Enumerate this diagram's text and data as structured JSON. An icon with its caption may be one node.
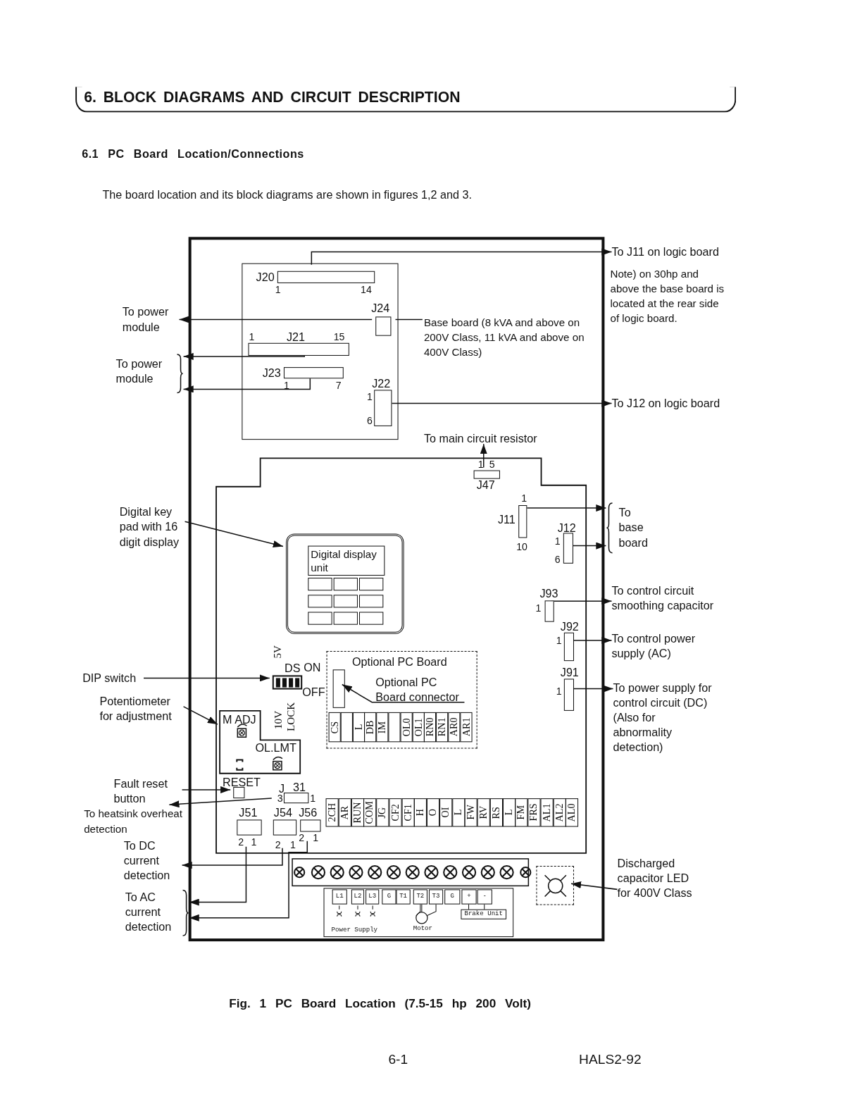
{
  "diagram": {
    "title": "6. BLOCK DIAGRAMS AND CIRCUIT DESCRIPTION",
    "caption": "Fig. 1 PC Board Location (7.5-15 hp 200 Volt)",
    "nodes": [
      {
        "text": [],
        "shape": "box"
      },
      {
        "text": [],
        "shape": "box",
        "in": 0
      },
      {
        "text": [
          "J20"
        ],
        "beside": [
          "1",
          "14"
        ],
        "in": 1
      },
      {
        "text": [
          "J24"
        ],
        "in": 1
      },
      {
        "text": [
          "J21"
        ],
        "beside": [
          "1",
          "15"
        ],
        "in": 1
      },
      {
        "text": [
          "J23"
        ],
        "beside": [
          "1",
          "7"
        ],
        "in": 1
      },
      {
        "text": [
          "J22"
        ],
        "beside": [
          "1",
          "6"
        ],
        "in": 1
      },
      {
        "text": [
          "Base board (8 kVA and above on 200V Class, 11 kVA and above on 400V Class)"
        ],
        "in": 0
      },
      {
        "text": [
          "To J11 on logic board"
        ]
      },
      {
        "text": [
          "To power module"
        ]
      },
      {
        "text": [
          "To power module"
        ]
      },
      {
        "text": [
          "To J12 on logic board"
        ]
      },
      {
        "text": [],
        "shape": "box",
        "in": 0
      },
      {
        "text": [
          "J47"
        ],
        "beside": [
          "1",
          "5"
        ],
        "in": 12
      },
      {
        "text": [
          "To main circuit resistor"
        ],
        "in": 0
      },
      {
        "text": [
          "J11"
        ],
        "beside": [
          "1",
          "10"
        ],
        "in": 12
      },
      {
        "text": [
          "J12"
        ],
        "beside": [
          "1",
          "6"
        ],
        "in": 12
      },
      {
        "text": [
          "To base board"
        ]
      },
      {
        "text": [
          "J93"
        ],
        "beside": [
          "1"
        ],
        "in": 12
      },
      {
        "text": [
          "To control circuit smoothing capacitor"
        ]
      },
      {
        "text": [
          "J92"
        ],
        "beside": [
          "1"
        ],
        "in": 12
      },
      {
        "text": [
          "To control power supply (AC)"
        ]
      },
      {
        "text": [
          "J91"
        ],
        "beside": [
          "1"
        ],
        "in": 12
      },
      {
        "text": [
          "To power supply for control circuit (DC) (Also for abnormality detection)"
        ]
      },
      {
        "text": [
          "Digital display unit"
        ],
        "in": 12
      },
      {
        "text": [
          "Digital key pad with 16 digit display"
        ]
      },
      {
        "text": [
          "DS"
        ],
        "beside": [
          "ON",
          "OFF",
          "5V",
          "10V",
          "LOCK"
        ],
        "in": 12
      },
      {
        "text": [
          "DIP switch"
        ]
      },
      {
        "text": [
          "M ADJ",
          "OL.LMT"
        ],
        "in": 12
      },
      {
        "text": [
          "Potentiometer for adjustment"
        ]
      },
      {
        "text": [
          "RESET"
        ],
        "in": 12
      },
      {
        "text": [
          "Fault reset button"
        ]
      },
      {
        "text": [
          "J",
          "31"
        ],
        "beside": [
          "3",
          "1"
        ],
        "in": 12
      },
      {
        "text": [
          "To heatsink overheat detection"
        ]
      },
      {
        "text": [
          "J51"
        ],
        "beside": [
          "2",
          "1"
        ],
        "in": 12
      },
      {
        "text": [
          "J54"
        ],
        "beside": [
          "2",
          "1"
        ],
        "in": 12
      },
      {
        "text": [
          "J56"
        ],
        "beside": [
          "2",
          "1"
        ],
        "in": 12
      },
      {
        "text": [
          "To DC current detection"
        ]
      },
      {
        "text": [
          "To AC current detection"
        ]
      },
      {
        "text": [
          "Optional PC Board"
        ],
        "in": 12
      },
      {
        "text": [],
        "shape": "box",
        "in": 39
      },
      {
        "text": [
          "Optional PC Board connector"
        ],
        "in": 39
      },
      {
        "text": [],
        "shape": "box",
        "in": 0
      },
      {
        "text": [
          "Discharged capacitor LED for 400V Class"
        ]
      }
    ],
    "edges": [
      {
        "from": 7,
        "to": 1,
        "arrow": "none"
      },
      {
        "from": 2,
        "to": 8,
        "arrow": "to"
      },
      {
        "from": 3,
        "to": 9,
        "arrow": "to"
      },
      {
        "from": 4,
        "to": 10,
        "arrow": "to"
      },
      {
        "from": 5,
        "to": 10,
        "arrow": "to"
      },
      {
        "from": 6,
        "to": 11,
        "arrow": "to"
      },
      {
        "from": 13,
        "to": 14,
        "arrow": "to"
      },
      {
        "from": 15,
        "to": 17,
        "arrow": "to"
      },
      {
        "from": 16,
        "to": 17,
        "arrow": "to"
      },
      {
        "from": 18,
        "to": 19,
        "arrow": "to"
      },
      {
        "from": 20,
        "to": 21,
        "arrow": "to"
      },
      {
        "from": 22,
        "to": 23,
        "arrow": "to"
      },
      {
        "from": 25,
        "to": 24,
        "arrow": "to"
      },
      {
        "from": 27,
        "to": 26,
        "arrow": "to"
      },
      {
        "from": 29,
        "to": 28,
        "arrow": "to"
      },
      {
        "from": 31,
        "to": 30,
        "arrow": "to"
      },
      {
        "from": 32,
        "to": 33,
        "arrow": "to"
      },
      {
        "from": 35,
        "to": 37,
        "arrow": "to"
      },
      {
        "from": 34,
        "to": 38,
        "arrow": "to"
      },
      {
        "from": 36,
        "to": 38,
        "arrow": "to"
      },
      {
        "from": 41,
        "to": 40,
        "arrow": "to"
      },
      {
        "from": 43,
        "to": 42,
        "arrow": "to"
      }
    ],
    "labels": [
      "6.1 PC Board Location/Connections",
      "The board location and its block diagrams are shown in figures 1,2 and 3.",
      "Note) on 30hp and above the base board is located at the rear side of logic board.",
      "CS",
      "L",
      "DB",
      "IM",
      "OL0",
      "OL1",
      "RN0",
      "RN1",
      "AR0",
      "AR1",
      "2CH",
      "AR",
      "RUN",
      "COM",
      "JG",
      "CF2",
      "CF1",
      "H",
      "O",
      "OI",
      "L",
      "FW",
      "RV",
      "RS",
      "L",
      "FM",
      "FRS",
      "AL1",
      "AL2",
      "AL0",
      "L1",
      "L2",
      "L3",
      "G",
      "T1",
      "T2",
      "T3",
      "G",
      "+",
      "-",
      "Brake Unit",
      "Power Supply",
      "Motor",
      "6-1",
      "HALS2-92"
    ]
  }
}
